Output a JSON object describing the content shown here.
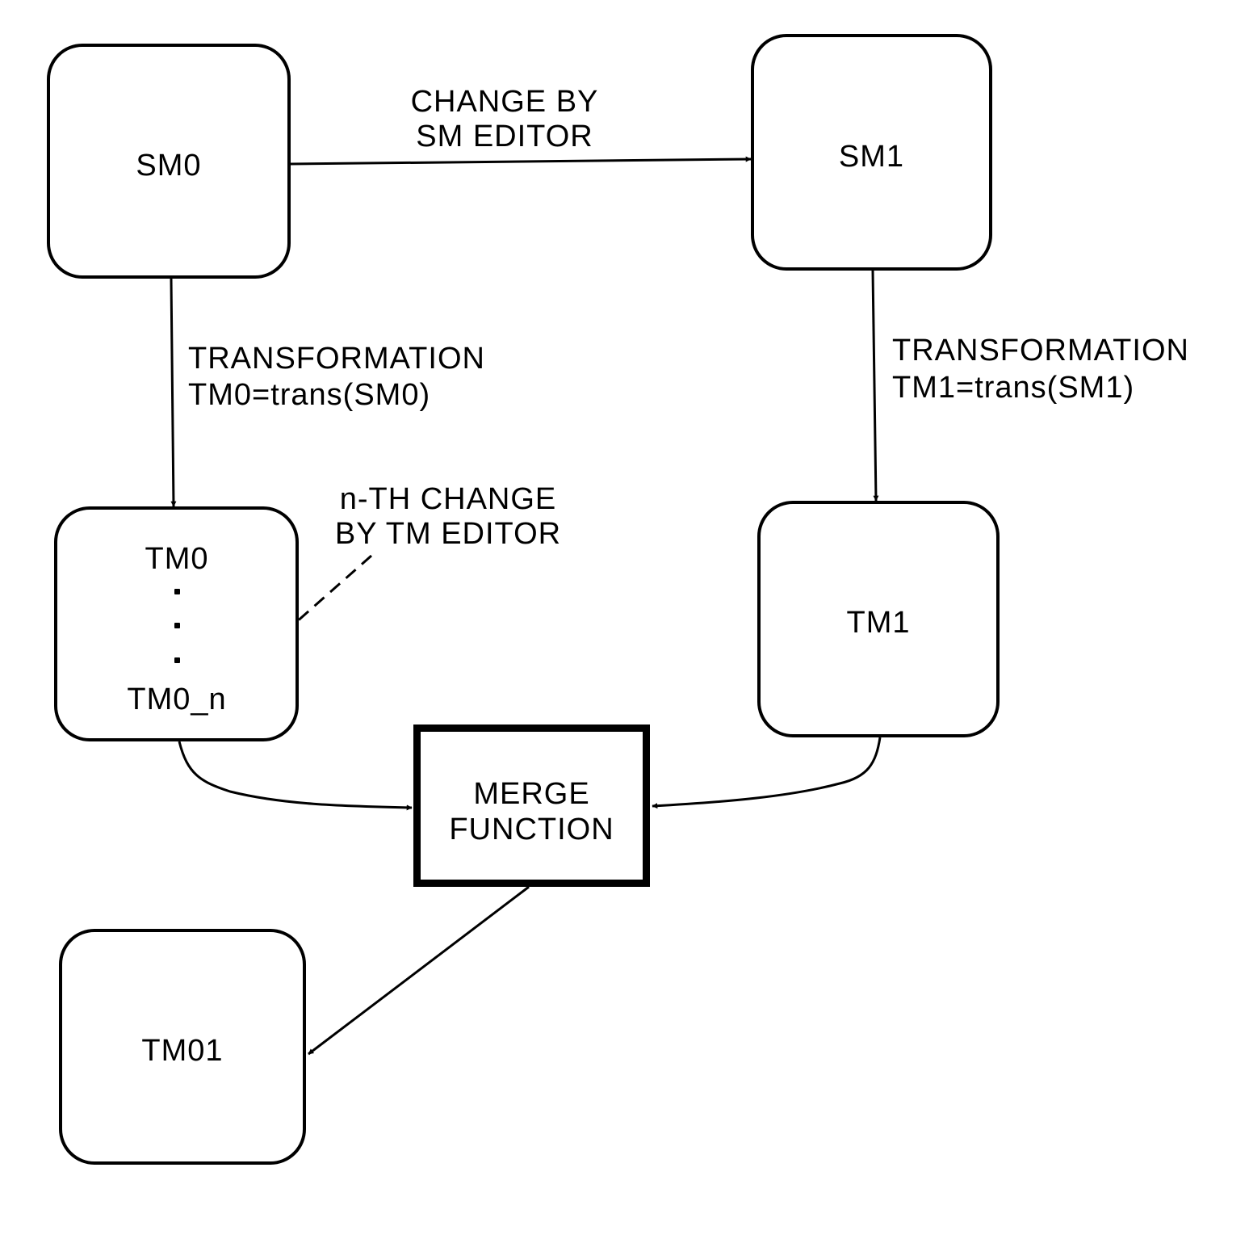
{
  "nodes": {
    "sm0": "SM0",
    "sm1": "SM1",
    "tm0_top": "TM0",
    "tm0_bottom": "TM0_n",
    "tm1": "TM1",
    "merge": [
      "MERGE",
      "FUNCTION"
    ],
    "tm01": "TM01"
  },
  "edges": {
    "sm_change": [
      "CHANGE BY",
      "SM EDITOR"
    ],
    "transform_left": [
      "TRANSFORMATION",
      "TM0=trans(SM0)"
    ],
    "transform_right": [
      "TRANSFORMATION",
      "TM1=trans(SM1)"
    ],
    "tm_change": [
      "n-TH CHANGE",
      "BY TM EDITOR"
    ]
  }
}
